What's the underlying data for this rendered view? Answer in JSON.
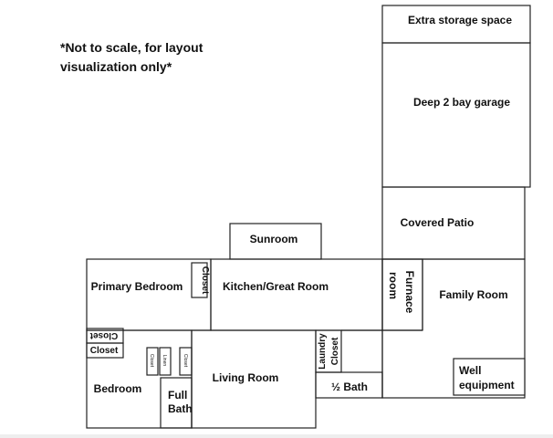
{
  "note": {
    "line1": "*Not to scale, for layout",
    "line2": "visualization only*"
  },
  "rooms": {
    "extra_storage": "Extra storage space",
    "garage": "Deep 2 bay garage",
    "covered_patio": "Covered Patio",
    "sunroom": "Sunroom",
    "primary_bedroom": "Primary Bedroom",
    "closet_vertical": "Closet",
    "kitchen": "Kitchen/Great Room",
    "furnace_line1": "Furnace",
    "furnace_line2": "room",
    "family_room": "Family Room",
    "closet_flipped": "Closet",
    "closet": "Closet",
    "bedroom": "Bedroom",
    "small_closet_1": "Closet",
    "small_closet_2": "Linen",
    "small_closet_3": "Closet",
    "full_bath_line1": "Full",
    "full_bath_line2": "Bath",
    "living_room": "Living Room",
    "laundry_line1": "Laundry",
    "laundry_line2": "Closet",
    "half_bath": "½ Bath",
    "well_line1": "Well",
    "well_line2": "equipment"
  }
}
